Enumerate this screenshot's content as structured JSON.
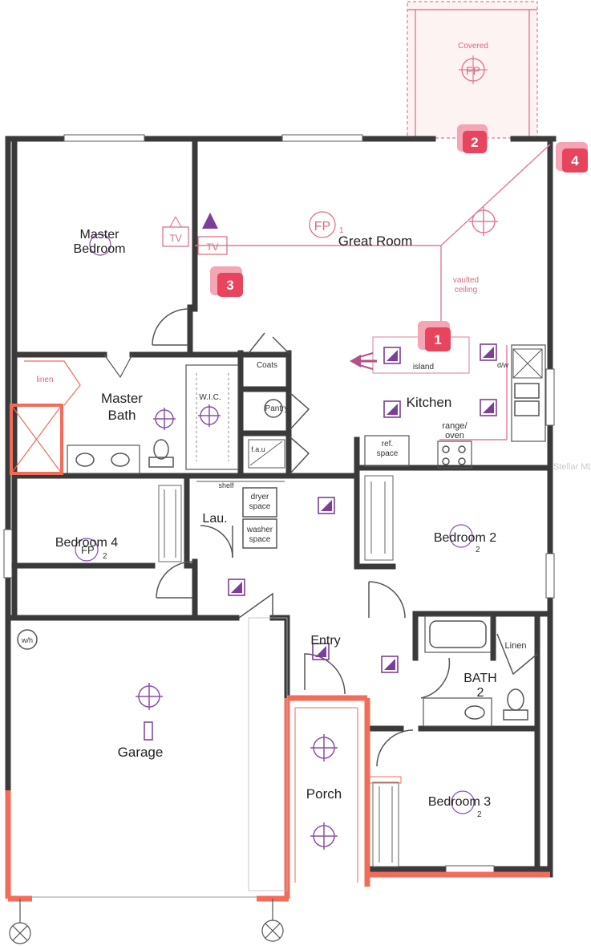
{
  "rooms": {
    "master_bedroom_line1": "Master",
    "master_bedroom_line2": "Bedroom",
    "great_room": "Great Room",
    "kitchen": "Kitchen",
    "master_bath_line1": "Master",
    "master_bath_line2": "Bath",
    "bedroom4": "Bedroom 4",
    "bedroom2": "Bedroom 2",
    "bedroom3": "Bedroom 3",
    "bath2_line1": "BATH",
    "bath2_line2": "2",
    "garage": "Garage",
    "porch": "Porch",
    "entry": "Entry",
    "laundry": "Lau."
  },
  "labels": {
    "covered": "Covered",
    "fp": "FP",
    "fp1": "FP",
    "fp1_sub": "1",
    "vaulted_line1": "vaulted",
    "vaulted_line2": "ceiling",
    "island": "island",
    "dw": "d/w",
    "range_line1": "range/",
    "range_line2": "oven",
    "ref_line1": "ref.",
    "ref_line2": "space",
    "coats": "Coats",
    "pantry": "Pantry",
    "wic": "W.I.C.",
    "fau": "f.a.u",
    "shelf": "shelf",
    "dryer_line1": "dryer",
    "dryer_line2": "space",
    "washer_line1": "washer",
    "washer_line2": "space",
    "linen_master": "linen",
    "linen_bath": "Linen",
    "wh": "w/h",
    "tv": "TV",
    "fp_small": "FP",
    "sub2": "2",
    "watermark": "Stellar MLS"
  },
  "markers": [
    "1",
    "2",
    "3",
    "4"
  ],
  "colors": {
    "marker": "#e8445e",
    "wall": "#3a3a3a",
    "outline": "#f26c5a",
    "camera": "#7b3f9a"
  },
  "icons": [
    "ceiling-light-icon",
    "camera-icon",
    "tv-icon",
    "fireplace-icon",
    "camera-direction-icon"
  ]
}
